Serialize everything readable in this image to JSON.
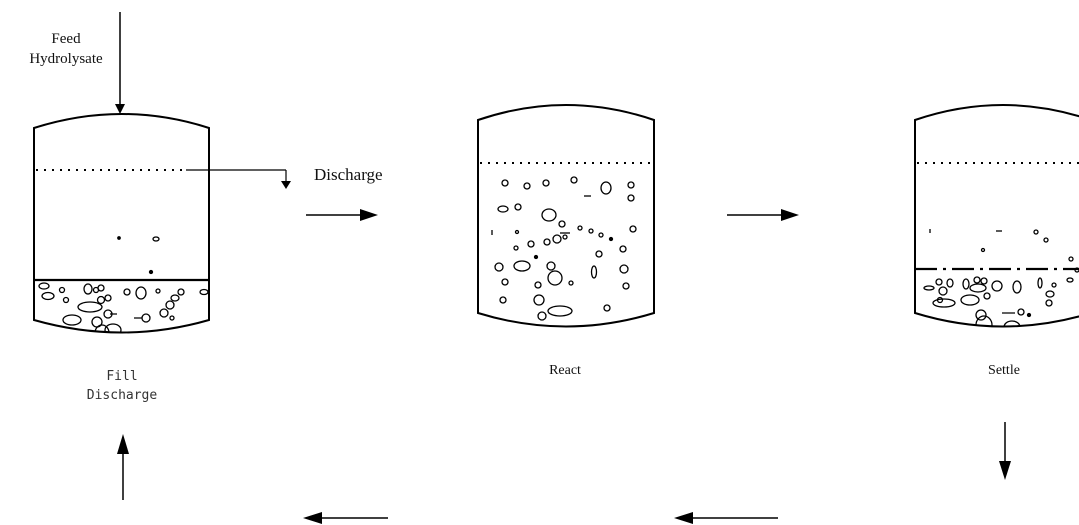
{
  "labels": {
    "feed_line1": "Feed",
    "feed_line2": "Hydrolysate",
    "discharge_top": "Discharge",
    "fill_line1": "Fill",
    "fill_line2": "Discharge",
    "react": "React",
    "settle": "Settle"
  },
  "colors": {
    "stroke": "#000000",
    "background": "#ffffff",
    "caption_gray": "#333333"
  }
}
